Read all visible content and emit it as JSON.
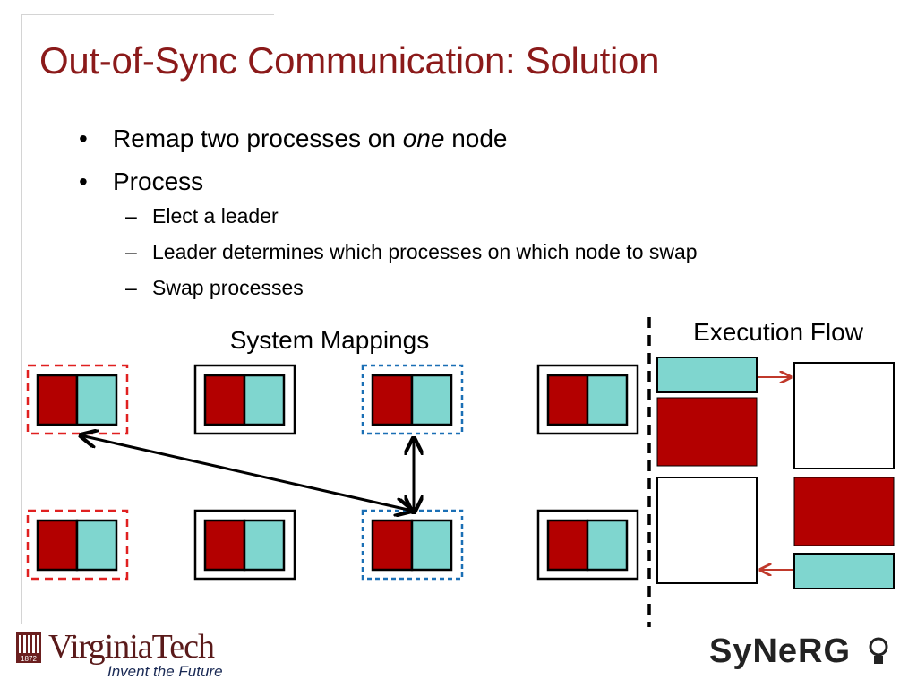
{
  "slide": {
    "title": "Out-of-Sync Communication: Solution",
    "bullets": [
      {
        "pre": "Remap two processes on ",
        "em": "one",
        "post": " node"
      },
      {
        "text": "Process"
      }
    ],
    "sub_bullets": [
      "Elect a leader",
      "Leader determines which processes on which node to swap",
      "Swap processes"
    ]
  },
  "diagram": {
    "system_mappings_label": "System Mappings",
    "execution_flow_label": "Execution Flow"
  },
  "logos": {
    "vt_name": "VirginiaTech",
    "vt_tagline": "Invent the Future",
    "vt_year": "1872",
    "synerg": "SyNeRG"
  },
  "colors": {
    "title": "#8b1a1a",
    "red_process": "#b30000",
    "teal_process": "#7fd6cf",
    "red_dash": "#e02020",
    "blue_dash": "#1a6fb5",
    "arrow_red": "#c0392b"
  }
}
